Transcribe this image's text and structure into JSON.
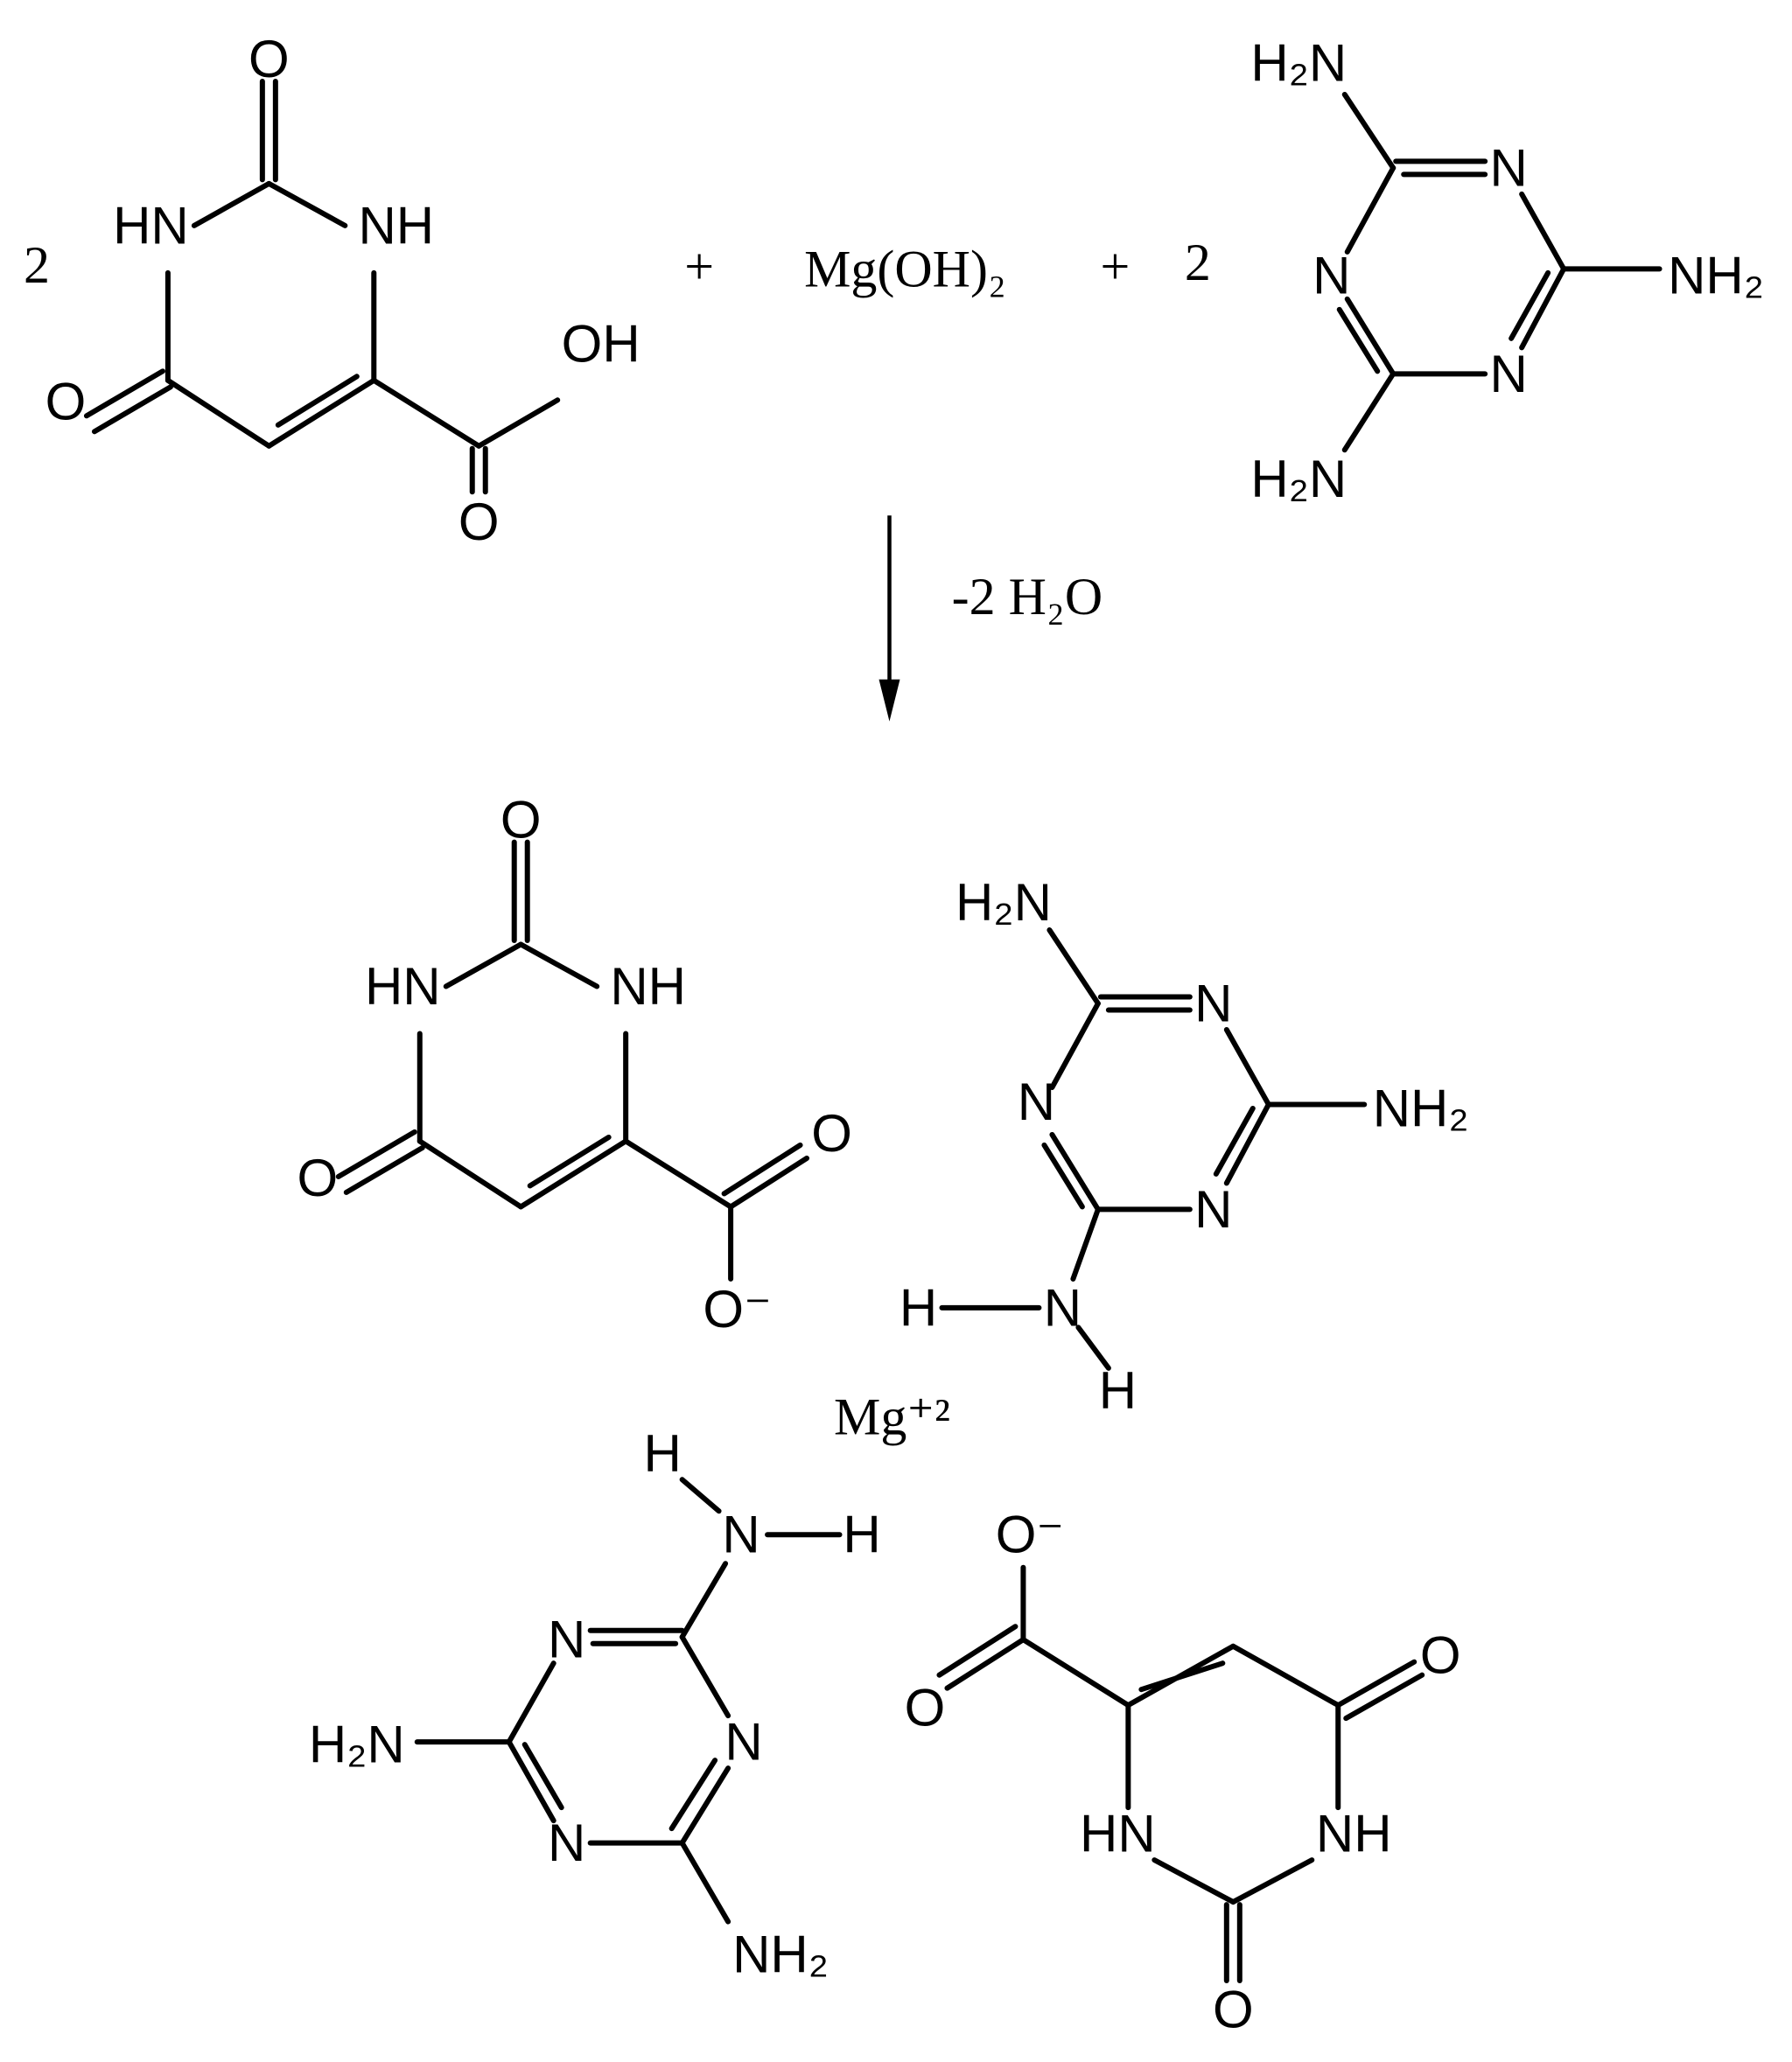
{
  "reactants": {
    "coef_orotic": "2",
    "plus1": "+",
    "mg_hydroxide": "Mg(OH)₂",
    "plus2": "+",
    "coef_melamine": "2",
    "orotic_acid": {
      "o_top": "O",
      "hn": "HN",
      "nh": "NH",
      "o_left": "O",
      "oh": "OH",
      "o_carbonyl": "O"
    },
    "melamine": {
      "h2n_top": "H₂N",
      "n1": "N",
      "nh2_right": "NH₂",
      "n2": "N",
      "h2n_bottom": "H₂N",
      "n3": "N"
    }
  },
  "arrow": {
    "condition": "-2  H₂O"
  },
  "product": {
    "orotate_1": {
      "o_top": "O",
      "hn": "HN",
      "nh": "NH",
      "o_left": "O",
      "o_carbonyl": "O",
      "o_minus": "O⁻"
    },
    "melamine_1": {
      "h2n_top": "H₂N",
      "n1": "N",
      "nh2_right": "NH₂",
      "n2": "N",
      "n3": "N",
      "n_amine": "N",
      "h_left": "H",
      "h_bottom": "H"
    },
    "magnesium": "Mg⁺²",
    "melamine_2": {
      "h_top": "H",
      "n_amine": "N",
      "h_right": "H",
      "n1": "N",
      "n2": "N",
      "n3": "N",
      "h2n_left": "H₂N",
      "nh2_bottom": "NH₂"
    },
    "orotate_2": {
      "o_minus": "O⁻",
      "o_carbonyl": "O",
      "o_right": "O",
      "hn": "HN",
      "nh": "NH",
      "o_bottom": "O"
    }
  }
}
